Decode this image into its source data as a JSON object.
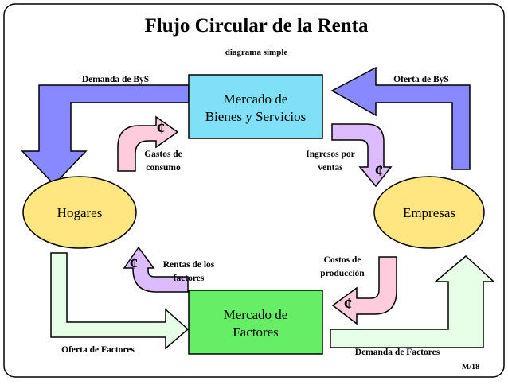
{
  "title": "Flujo Circular de la Renta",
  "subtitle": "diagrama simple",
  "boxes": {
    "goods_market": [
      "Mercado de",
      "Bienes y Servicios"
    ],
    "factor_market": [
      "Mercado de",
      "Factores"
    ]
  },
  "nodes": {
    "households": "Hogares",
    "firms": "Empresas"
  },
  "labels": {
    "demanda_bys": "Demanda de ByS",
    "oferta_bys": "Oferta de ByS",
    "gastos": [
      "Gastos de",
      "consumo"
    ],
    "ingresos": [
      "Ingresos por",
      "ventas"
    ],
    "rentas": [
      "Rentas de los",
      "factores"
    ],
    "costos": [
      "Costos de",
      "producción"
    ],
    "oferta_factores": "Oferta de Factores",
    "demanda_factores": "Demanda de Factores"
  },
  "currency_symbol": "¢",
  "slide_ref": "M/18",
  "colors": {
    "goods_box": "#7fe0f7",
    "factor_box": "#66ee66",
    "ellipse": "#ffe680",
    "blue_arrow": "#8888ff",
    "green_arrow": "#e6ffe6",
    "pink_arrow": "#ffccdd",
    "purple_arrow": "#ddbbff"
  }
}
